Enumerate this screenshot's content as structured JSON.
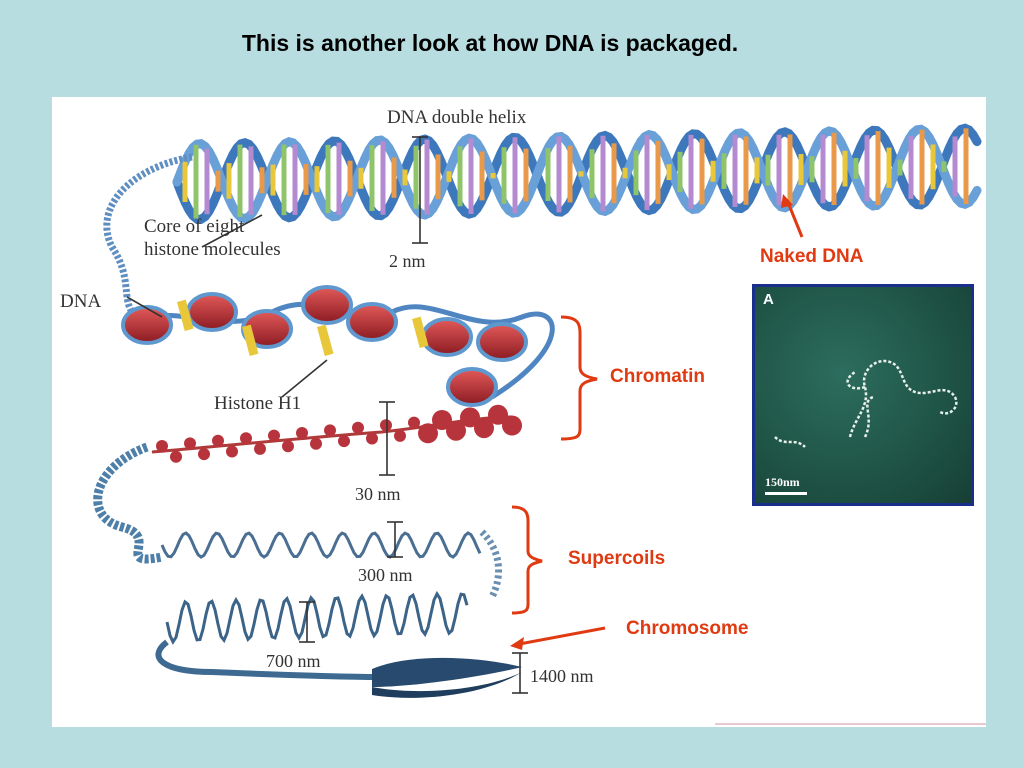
{
  "slide": {
    "title": "This is another look at how DNA is packaged."
  },
  "figure": {
    "labels": {
      "double_helix": "DNA double helix",
      "two_nm": "2 nm",
      "core": "Core of eight",
      "core_line2": "histone molecules",
      "dna": "DNA",
      "histone_h1": "Histone H1",
      "thirty_nm": "30 nm",
      "three_hundred_nm": "300 nm",
      "seven_hundred_nm": "700 nm",
      "fourteen_hundred_nm": "1400 nm"
    }
  },
  "callouts": {
    "naked_dna": "Naked DNA",
    "chromatin": "Chromatin",
    "supercoils": "Supercoils",
    "chromosome": "Chromosome"
  },
  "micrograph": {
    "panel_label": "A",
    "scale": "150nm"
  },
  "colors": {
    "background": "#b7dde1",
    "callout": "#e03a12",
    "helix": "#4a86c8",
    "histone": "#c0303a",
    "h1": "#e8c83a"
  }
}
